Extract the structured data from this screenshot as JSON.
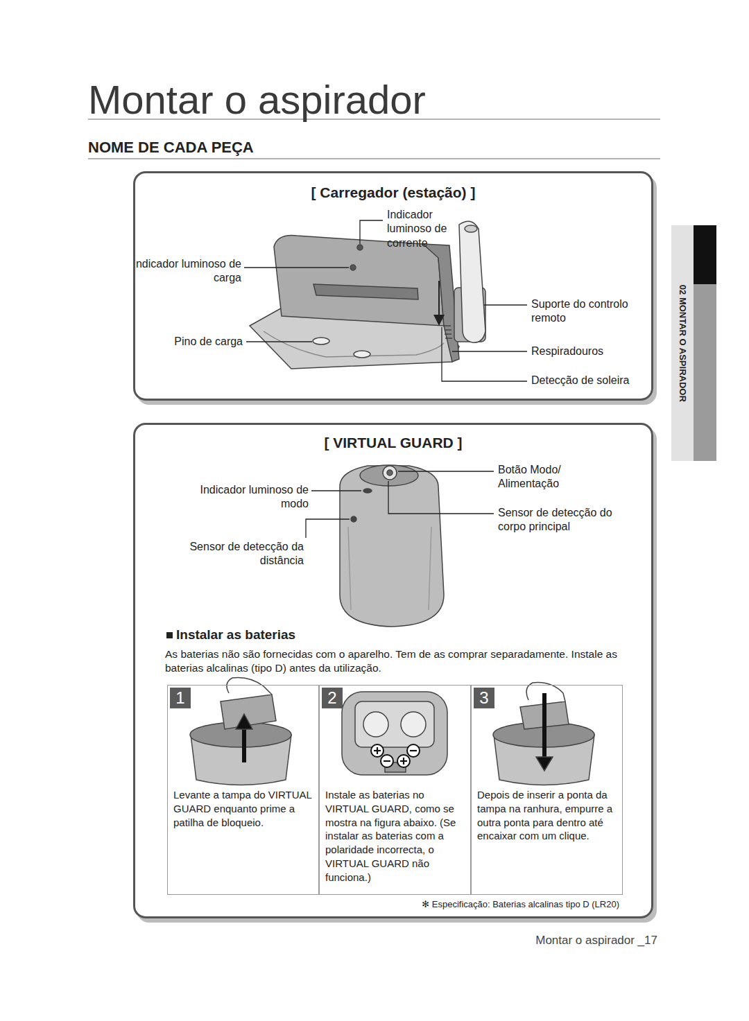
{
  "diagram": {
    "title": "Montar o aspirador",
    "nodes": [
      {
        "text": [
          "[ Carregador (estação) ]"
        ]
      },
      {
        "text": [
          "[ VIRTUAL GUARD ]"
        ]
      },
      {
        "text": [
          "1",
          "Levante a tampa do VIRTUAL GUARD enquanto prime a patilha de bloqueio."
        ],
        "in": 1
      },
      {
        "text": [
          "2",
          "Instale as baterias no VIRTUAL GUARD, como se mostra na figura abaixo. (Se instalar as baterias com a polaridade incorrecta, o VIRTUAL GUARD não funciona.)"
        ],
        "in": 1
      },
      {
        "text": [
          "3",
          "Depois de inserir a ponta da tampa na ranhura, empurre a outra ponta para dentro até encaixar com um clique."
        ],
        "in": 1
      }
    ],
    "labels": [
      "NOME DE CADA PEÇA",
      "Indicador luminoso de corrente",
      "Indicador luminoso de carga",
      "Pino de carga",
      "Suporte do controlo remoto",
      "Respiradouros",
      "Detecção de soleira",
      "Indicador luminoso de modo",
      "Sensor de detecção da distância",
      "Botão Modo/ Alimentação",
      "Sensor de detecção do corpo principal",
      "Instalar as baterias",
      "As baterias não são fornecidas com o aparelho. Tem de as comprar separadamente. Instale as baterias alcalinas (tipo D) antes da utilização.",
      "✻ Especificação: Baterias alcalinas tipo D (LR20)",
      "Montar o aspirador _17",
      "02 MONTAR O ASPIRADOR"
    ]
  }
}
